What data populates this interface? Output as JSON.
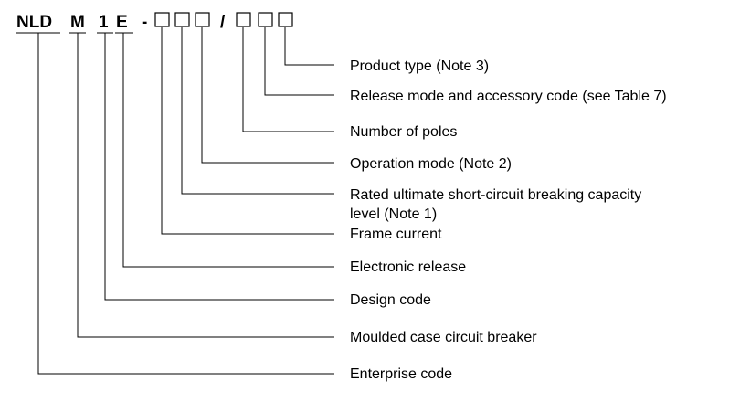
{
  "code": {
    "enterprise": "NLD",
    "type": "M",
    "design": "1",
    "release": "E",
    "dash": "-",
    "slash": "/"
  },
  "labels": {
    "product_type": "Product type (Note 3)",
    "release_accessory": "Release mode and accessory code (see Table 7)",
    "poles": "Number of poles",
    "operation": "Operation mode (Note 2)",
    "breaking_capacity_line1": "Rated ultimate short-circuit breaking capacity",
    "breaking_capacity_line2": "level (Note 1)",
    "frame_current": "Frame current",
    "electronic_release": "Electronic release",
    "design_code": "Design code",
    "mccb": "Moulded case circuit breaker",
    "enterprise_code": "Enterprise code"
  }
}
